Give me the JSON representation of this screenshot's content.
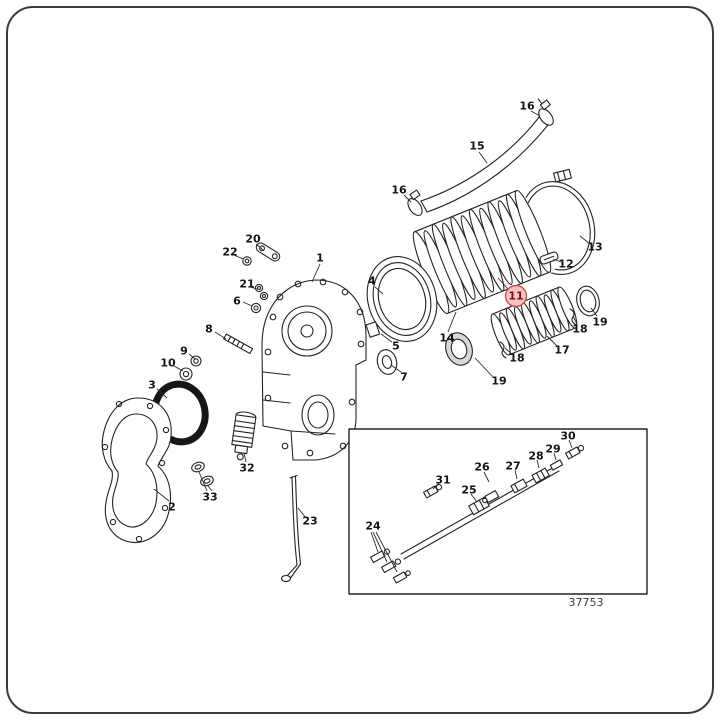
{
  "diagram": {
    "drawing_number": "37753",
    "highlight": {
      "fill": "#f7c2c2",
      "stroke": "#c94f4f",
      "text_color": "#7a1010"
    },
    "callouts": {
      "c1": "1",
      "c2": "2",
      "c3": "3",
      "c4": "4",
      "c5": "5",
      "c6": "6",
      "c7": "7",
      "c8": "8",
      "c9": "9",
      "c10": "10",
      "c11": "11",
      "c12": "12",
      "c13": "13",
      "c14": "14",
      "c15": "15",
      "c16a": "16",
      "c16b": "16",
      "c17": "17",
      "c18a": "18",
      "c18b": "18",
      "c19a": "19",
      "c19b": "19",
      "c20": "20",
      "c21": "21",
      "c22": "22",
      "c23": "23",
      "c24": "24",
      "c25": "25",
      "c26": "26",
      "c27": "27",
      "c28": "28",
      "c29": "29",
      "c30": "30",
      "c31": "31",
      "c32": "32",
      "c33": "33"
    }
  }
}
